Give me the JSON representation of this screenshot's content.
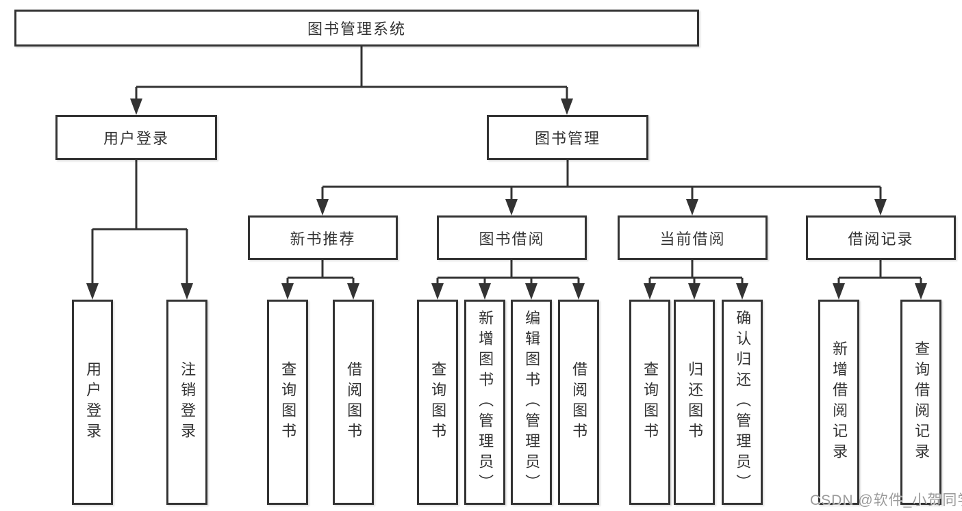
{
  "colors": {
    "line": "#333333",
    "box_border": "#333333",
    "text": "#333333",
    "watermark": "#9a9a9a",
    "background": "#ffffff"
  },
  "watermark": "CSDN @软件_小贺同学",
  "diagram": {
    "root": {
      "label": "图书管理系统"
    },
    "branches": [
      {
        "label": "用户登录",
        "children": [
          {
            "label": "用户登录"
          },
          {
            "label": "注销登录"
          }
        ]
      },
      {
        "label": "图书管理",
        "children": [
          {
            "label": "新书推荐",
            "children": [
              {
                "label": "查询图书"
              },
              {
                "label": "借阅图书"
              }
            ]
          },
          {
            "label": "图书借阅",
            "children": [
              {
                "label": "查询图书"
              },
              {
                "label": "新增图书（管理员）"
              },
              {
                "label": "编辑图书（管理员）"
              },
              {
                "label": "借阅图书"
              }
            ]
          },
          {
            "label": "当前借阅",
            "children": [
              {
                "label": "查询图书"
              },
              {
                "label": "归还图书"
              },
              {
                "label": "确认归还（管理员）"
              }
            ]
          },
          {
            "label": "借阅记录",
            "children": [
              {
                "label": "新增借阅记录"
              },
              {
                "label": "查询借阅记录"
              }
            ]
          }
        ]
      }
    ]
  }
}
